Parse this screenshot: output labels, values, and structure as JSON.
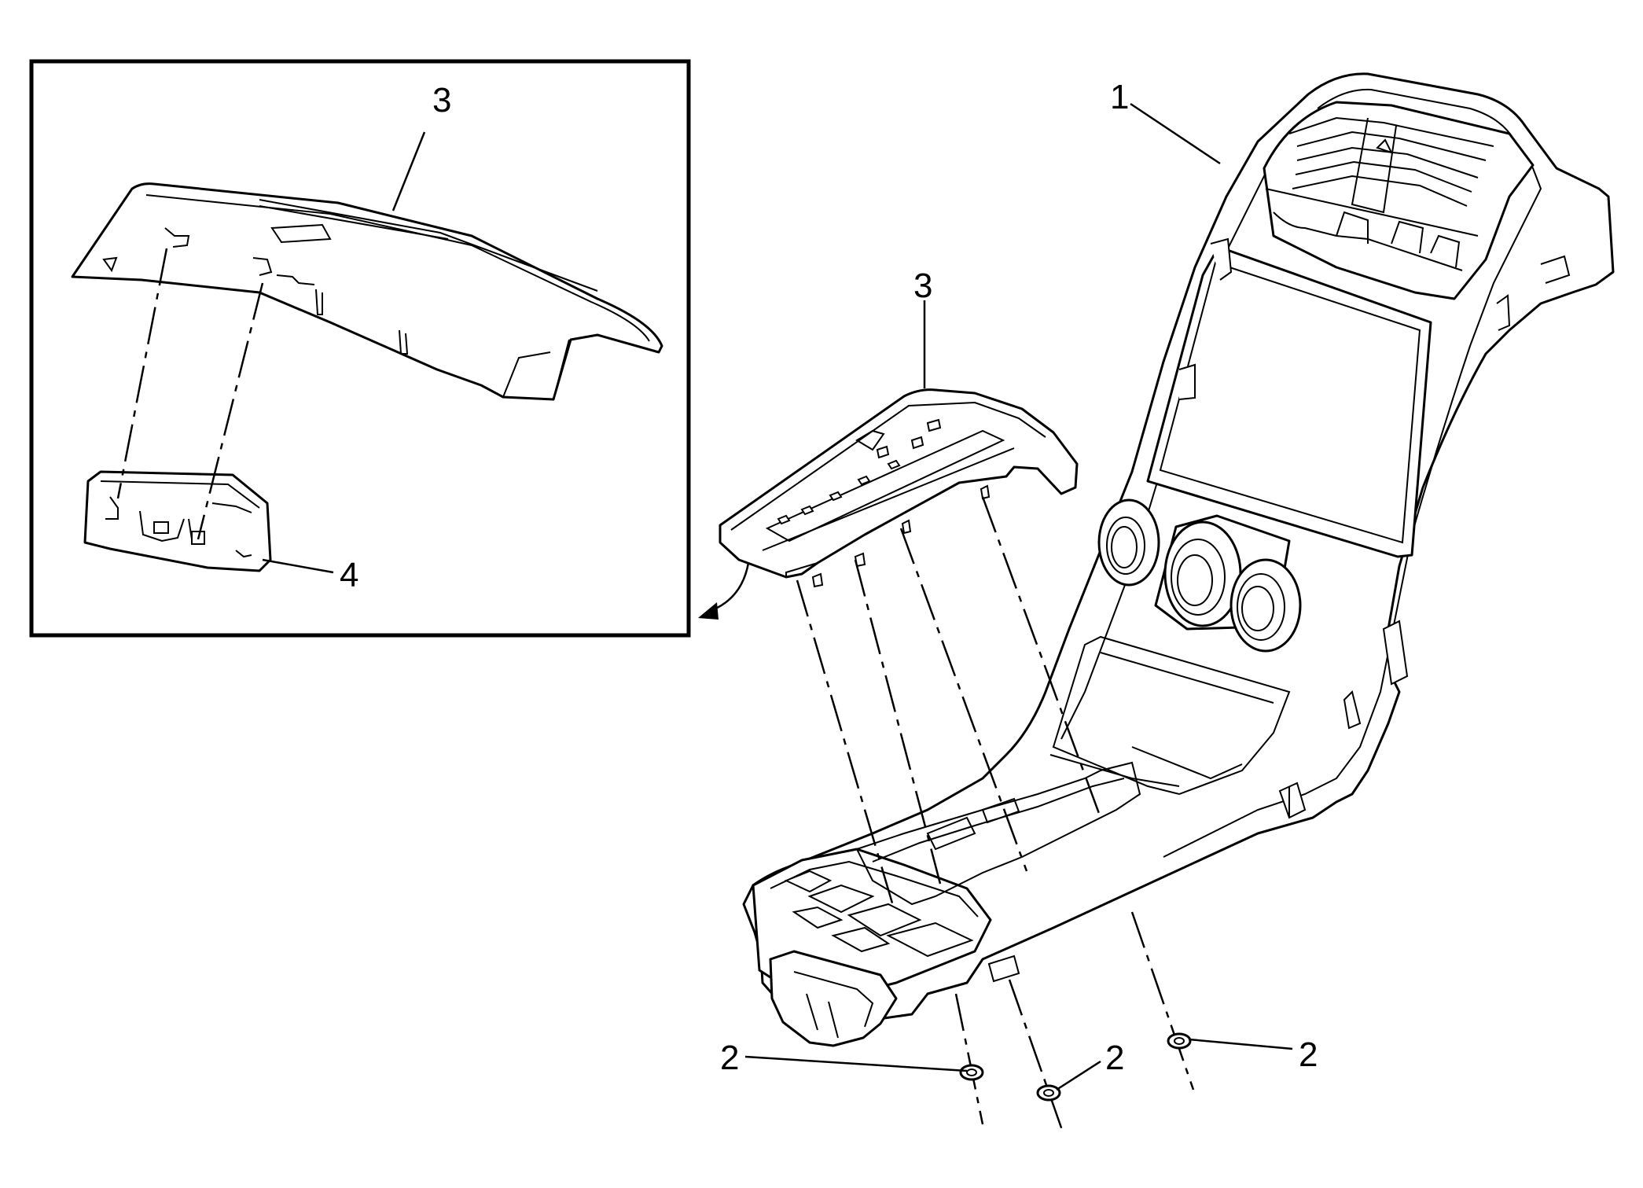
{
  "callouts": {
    "console_trim_plate": "1",
    "clip_left": "2",
    "clip_middle": "2",
    "clip_right": "2",
    "bezel_inset": "3",
    "bezel_main": "3",
    "switch_assembly": "4"
  },
  "colors": {
    "line": "#000000",
    "background": "#ffffff"
  }
}
